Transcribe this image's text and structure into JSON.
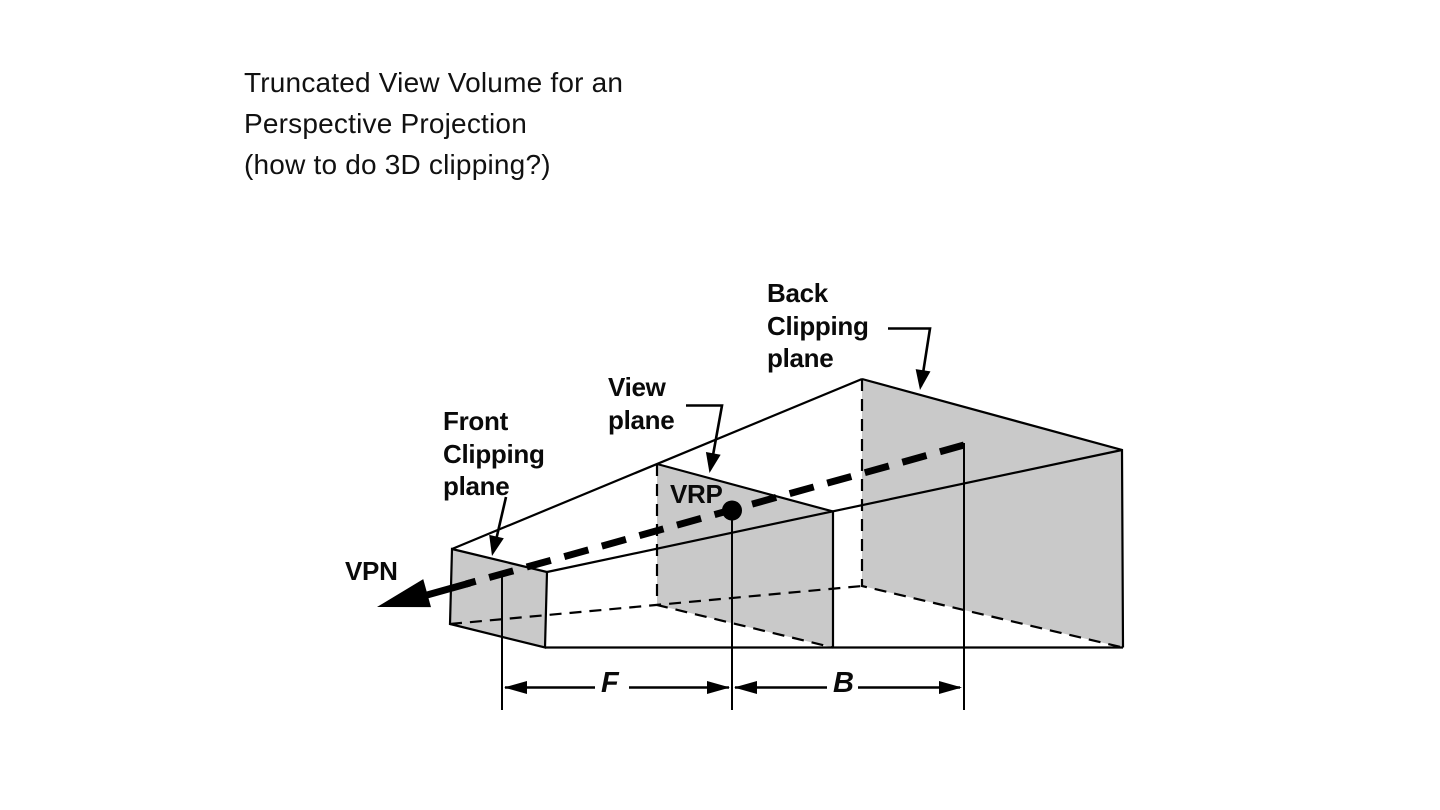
{
  "title": "Truncated View Volume for an\nPerspective Projection\n(how to do 3D clipping?)",
  "labels": {
    "back_clipping_plane": "Back\nClipping\nplane",
    "view_plane": "View\nplane",
    "front_clipping_plane": "Front\nClipping\nplane",
    "vpn": "VPN",
    "vrp": "VRP",
    "front_distance": "F",
    "back_distance": "B"
  },
  "colors": {
    "background": "#ffffff",
    "plane_fill": "#c9c9c9",
    "line": "#000000",
    "text": "#111111"
  }
}
